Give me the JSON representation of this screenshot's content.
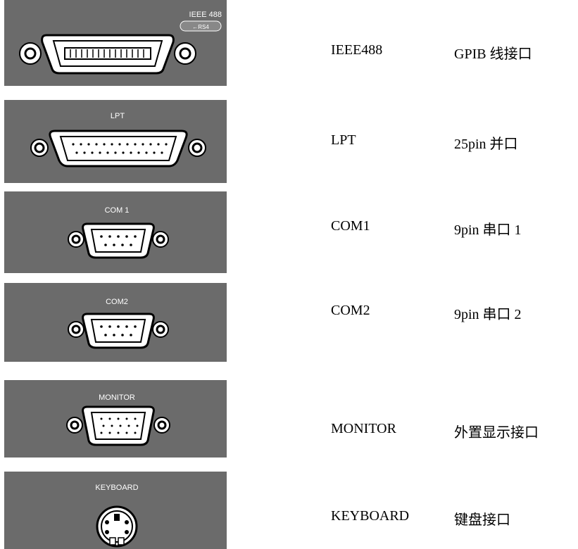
{
  "ports": [
    {
      "panel_label": "IEEE 488",
      "panel_sublabel": "←RS4",
      "name": "IEEE488",
      "description": "GPIB 线接口"
    },
    {
      "panel_label": "LPT",
      "name": "LPT",
      "description": "25pin  并口"
    },
    {
      "panel_label": "COM 1",
      "name": "COM1",
      "description": "9pin  串口 1"
    },
    {
      "panel_label": "COM2",
      "name": "COM2",
      "description": "9pin  串口 2"
    },
    {
      "panel_label": "MONITOR",
      "name": "MONITOR",
      "description": "外置显示接口"
    },
    {
      "panel_label": "KEYBOARD",
      "name": "KEYBOARD",
      "description": "键盘接口"
    }
  ],
  "colors": {
    "panel": "#6b6b6b",
    "connector": "#ffffff",
    "outline": "#000000"
  },
  "icons": [
    "gpib-connector-icon",
    "db25-connector-icon",
    "db9-connector-icon",
    "db9-connector-icon",
    "vga-connector-icon",
    "ps2-connector-icon"
  ]
}
